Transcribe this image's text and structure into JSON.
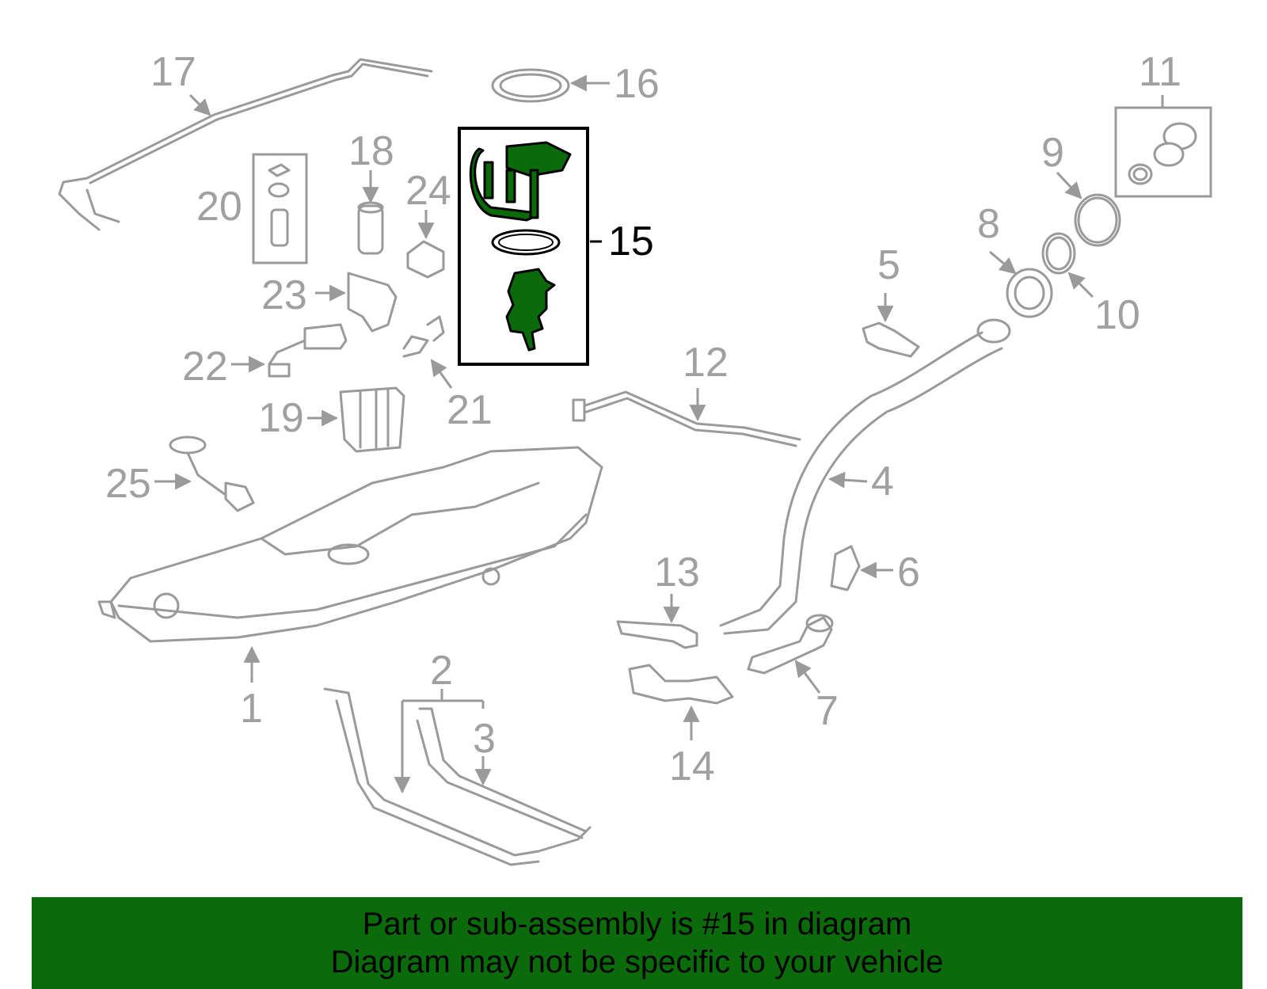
{
  "callouts": {
    "c1": "1",
    "c2": "2",
    "c3": "3",
    "c4": "4",
    "c5": "5",
    "c6": "6",
    "c7": "7",
    "c8": "8",
    "c9": "9",
    "c10": "10",
    "c11": "11",
    "c12": "12",
    "c13": "13",
    "c14": "14",
    "c15": "15",
    "c16": "16",
    "c17": "17",
    "c18": "18",
    "c19": "19",
    "c20": "20",
    "c21": "21",
    "c22": "22",
    "c23": "23",
    "c24": "24",
    "c25": "25"
  },
  "highlighted_part": "15",
  "colors": {
    "highlight": "#0b6b0b",
    "line": "#9a9a9a",
    "banner_bg": "#0b6b0b"
  },
  "banner": {
    "line1": "Part or sub-assembly is #15 in diagram",
    "line2": "Diagram may not be specific to your vehicle"
  }
}
